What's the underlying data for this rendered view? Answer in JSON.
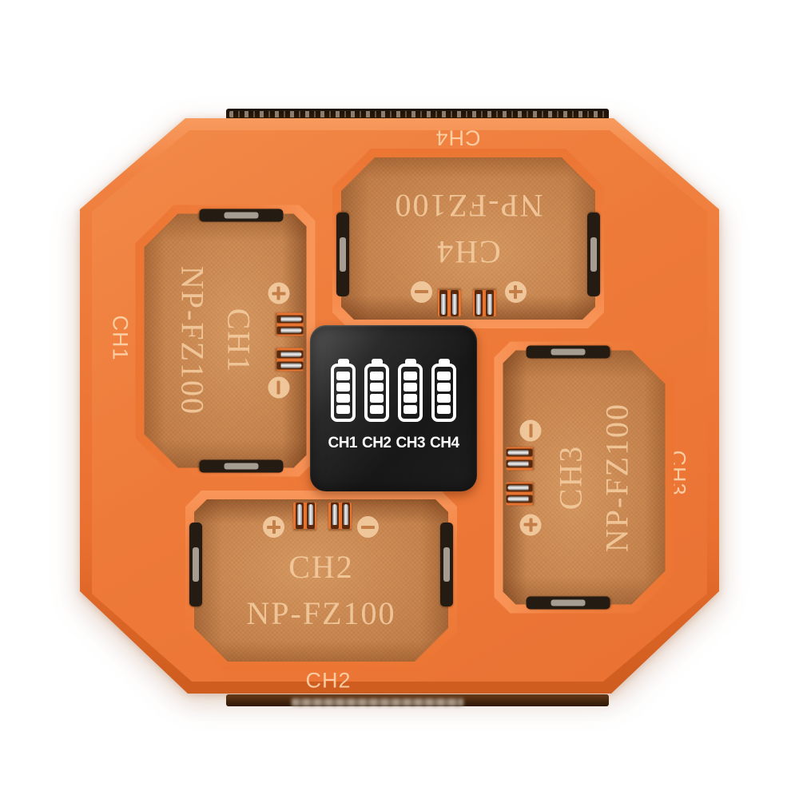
{
  "screen": {
    "channel_labels": [
      "CH1",
      "CH2",
      "CH3",
      "CH4"
    ],
    "batteries": [
      {
        "channel": "CH1",
        "bars": 4
      },
      {
        "channel": "CH2",
        "bars": 4
      },
      {
        "channel": "CH3",
        "bars": 4
      },
      {
        "channel": "CH4",
        "bars": 4
      }
    ]
  },
  "slots": {
    "ch1": {
      "channel": "CH1",
      "model": "NP-FZ100"
    },
    "ch2": {
      "channel": "CH2",
      "model": "NP-FZ100"
    },
    "ch3": {
      "channel": "CH3",
      "model": "NP-FZ100"
    },
    "ch4": {
      "channel": "CH4",
      "model": "NP-FZ100"
    }
  },
  "edge_labels": {
    "top": "CH4",
    "left": "CH1",
    "right": "CH3",
    "bottom": "CH2"
  },
  "icons": {
    "battery": "battery-level-icon",
    "polarity_positive": "plus-circle-icon",
    "polarity_negative": "minus-circle-icon"
  },
  "colors": {
    "body_orange": "#EE7B3A",
    "ridge_orange": "#F48C4E",
    "slot_floor_tan": "#C9854F",
    "engraved_text": "#F4CDA1",
    "screen_background": "#1B1B1B",
    "screen_foreground": "#FFFFFF"
  }
}
